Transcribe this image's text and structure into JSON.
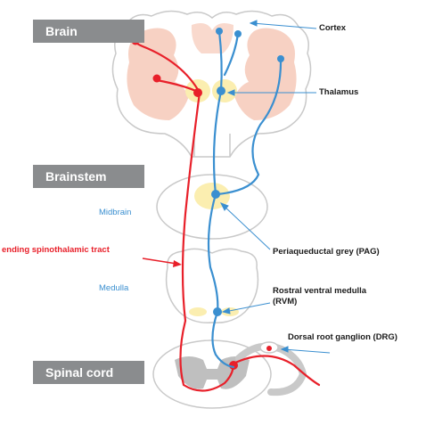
{
  "sections": {
    "brain": "Brain",
    "brainstem": "Brainstem",
    "spinal_cord": "Spinal cord"
  },
  "regions": {
    "midbrain": "Midbrain",
    "medulla": "Medulla"
  },
  "tract_label": "ending spinothalamic tract",
  "callouts": {
    "cortex": "Cortex",
    "thalamus": "Thalamus",
    "pag": "Periaqueductal grey (PAG)",
    "rvm_line1": "Rostral ventral medulla",
    "rvm_line2": "(RVM)",
    "drg": "Dorsal root ganglion (DRG)"
  },
  "colors": {
    "ascending": "#e8202a",
    "descending": "#3a8fd0",
    "tag_bg": "#8a8c8e",
    "grey_matter": "#f6c9b8",
    "nucleus": "#fbeeb0"
  }
}
